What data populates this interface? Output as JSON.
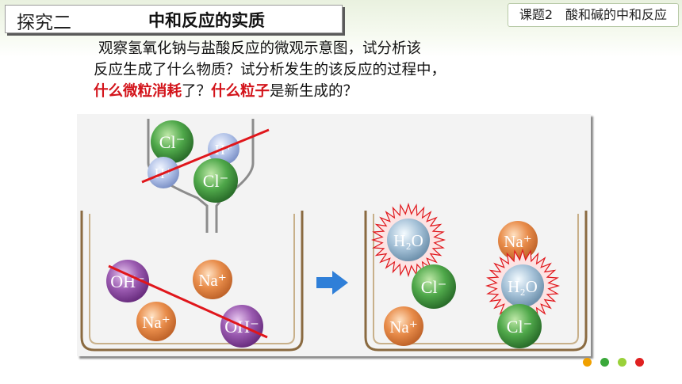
{
  "header": {
    "section_label": "探究二",
    "section_title": "中和反应的实质",
    "lesson_label": "课题2　酸和碱的中和反应"
  },
  "question": {
    "line1": "观察氢氧化钠与盐酸反应的微观示意图，试分析该",
    "line2": "反应生成了什么物质？试分析发生的该反应的过程中，",
    "line3_red1": "什么微粒消耗",
    "line3_mid": "了？",
    "line3_red2": "什么粒子",
    "line3_end": "是新生成的？"
  },
  "diagram": {
    "dropper_particles": [
      "Cl⁻",
      "H⁺",
      "H⁺",
      "Cl⁻"
    ],
    "left_beaker_particles": [
      "OH⁻",
      "Na⁺",
      "Na⁺",
      "OH⁻"
    ],
    "right_beaker_particles": [
      "H₂O",
      "Na⁺",
      "Cl⁻",
      "H₂O",
      "Na⁺",
      "Cl⁻"
    ],
    "colors": {
      "chloride": "#3a8a3a",
      "hydrogen": "#9fb4e0",
      "hydroxide": "#8a4aa0",
      "sodium": "#e08a4a",
      "water": "#8fb0c8",
      "strike": "#e0161b",
      "arrow": "#2f7fd8"
    }
  },
  "nav_dots": [
    "#f0a000",
    "#3aa83a",
    "#9ad13a",
    "#e02020"
  ]
}
